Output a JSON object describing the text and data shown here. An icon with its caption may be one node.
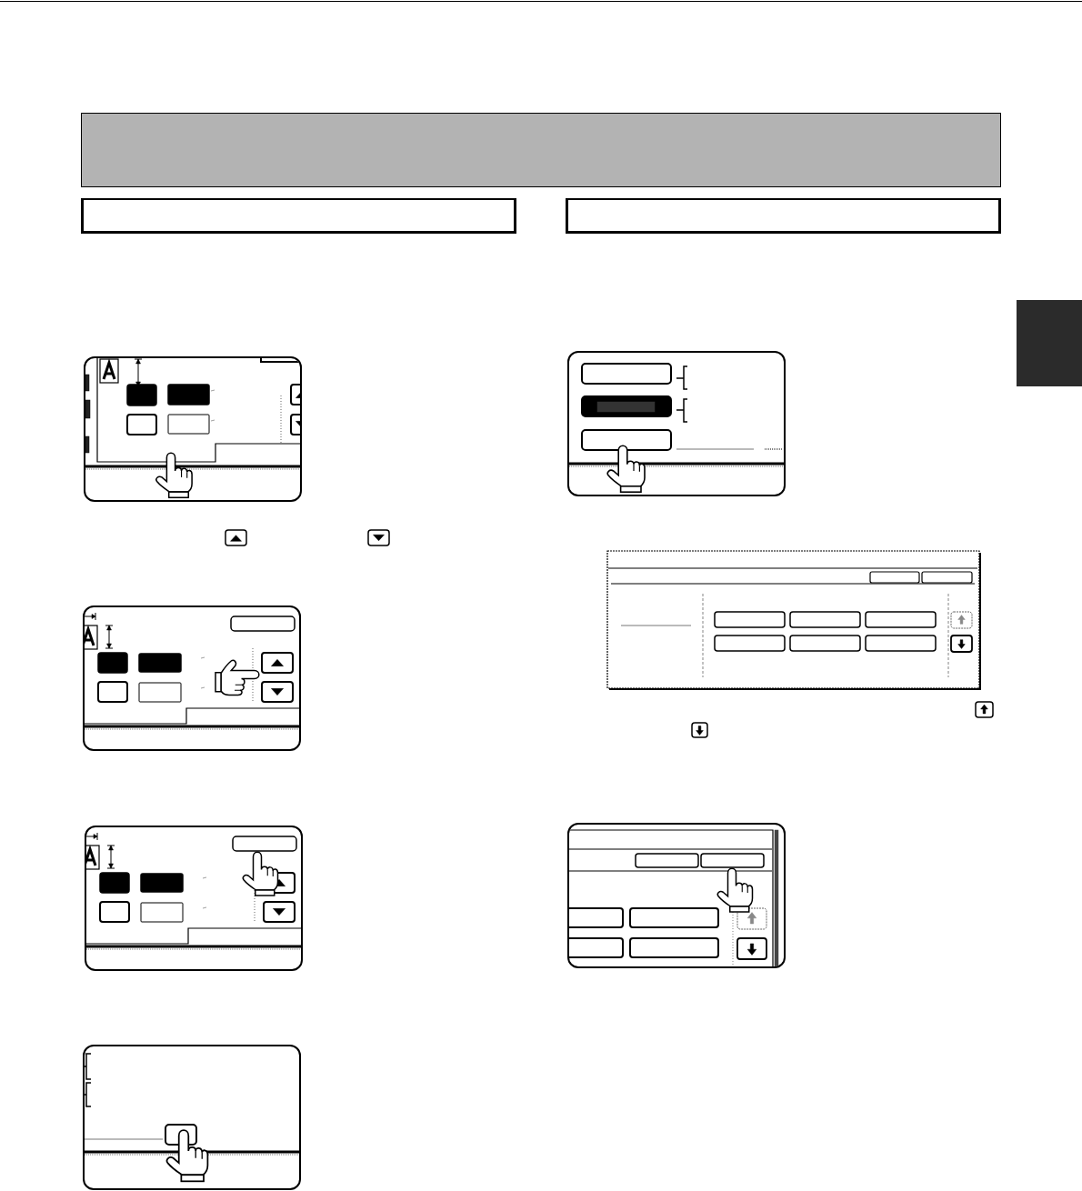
{
  "diagram": {
    "nodes": [
      {
        "text": [],
        "shape": "bar"
      },
      {
        "text": [],
        "shape": "box"
      },
      {
        "text": [],
        "shape": "box"
      },
      {
        "text": [],
        "shape": "picture"
      },
      {
        "text": [],
        "shape": "picture"
      },
      {
        "text": [],
        "shape": "picture"
      },
      {
        "text": [],
        "shape": "picture"
      },
      {
        "text": [],
        "shape": "picture"
      },
      {
        "text": [],
        "shape": "picture"
      },
      {
        "text": [],
        "shape": "picture"
      },
      {
        "text": [],
        "shape": "box"
      }
    ]
  }
}
